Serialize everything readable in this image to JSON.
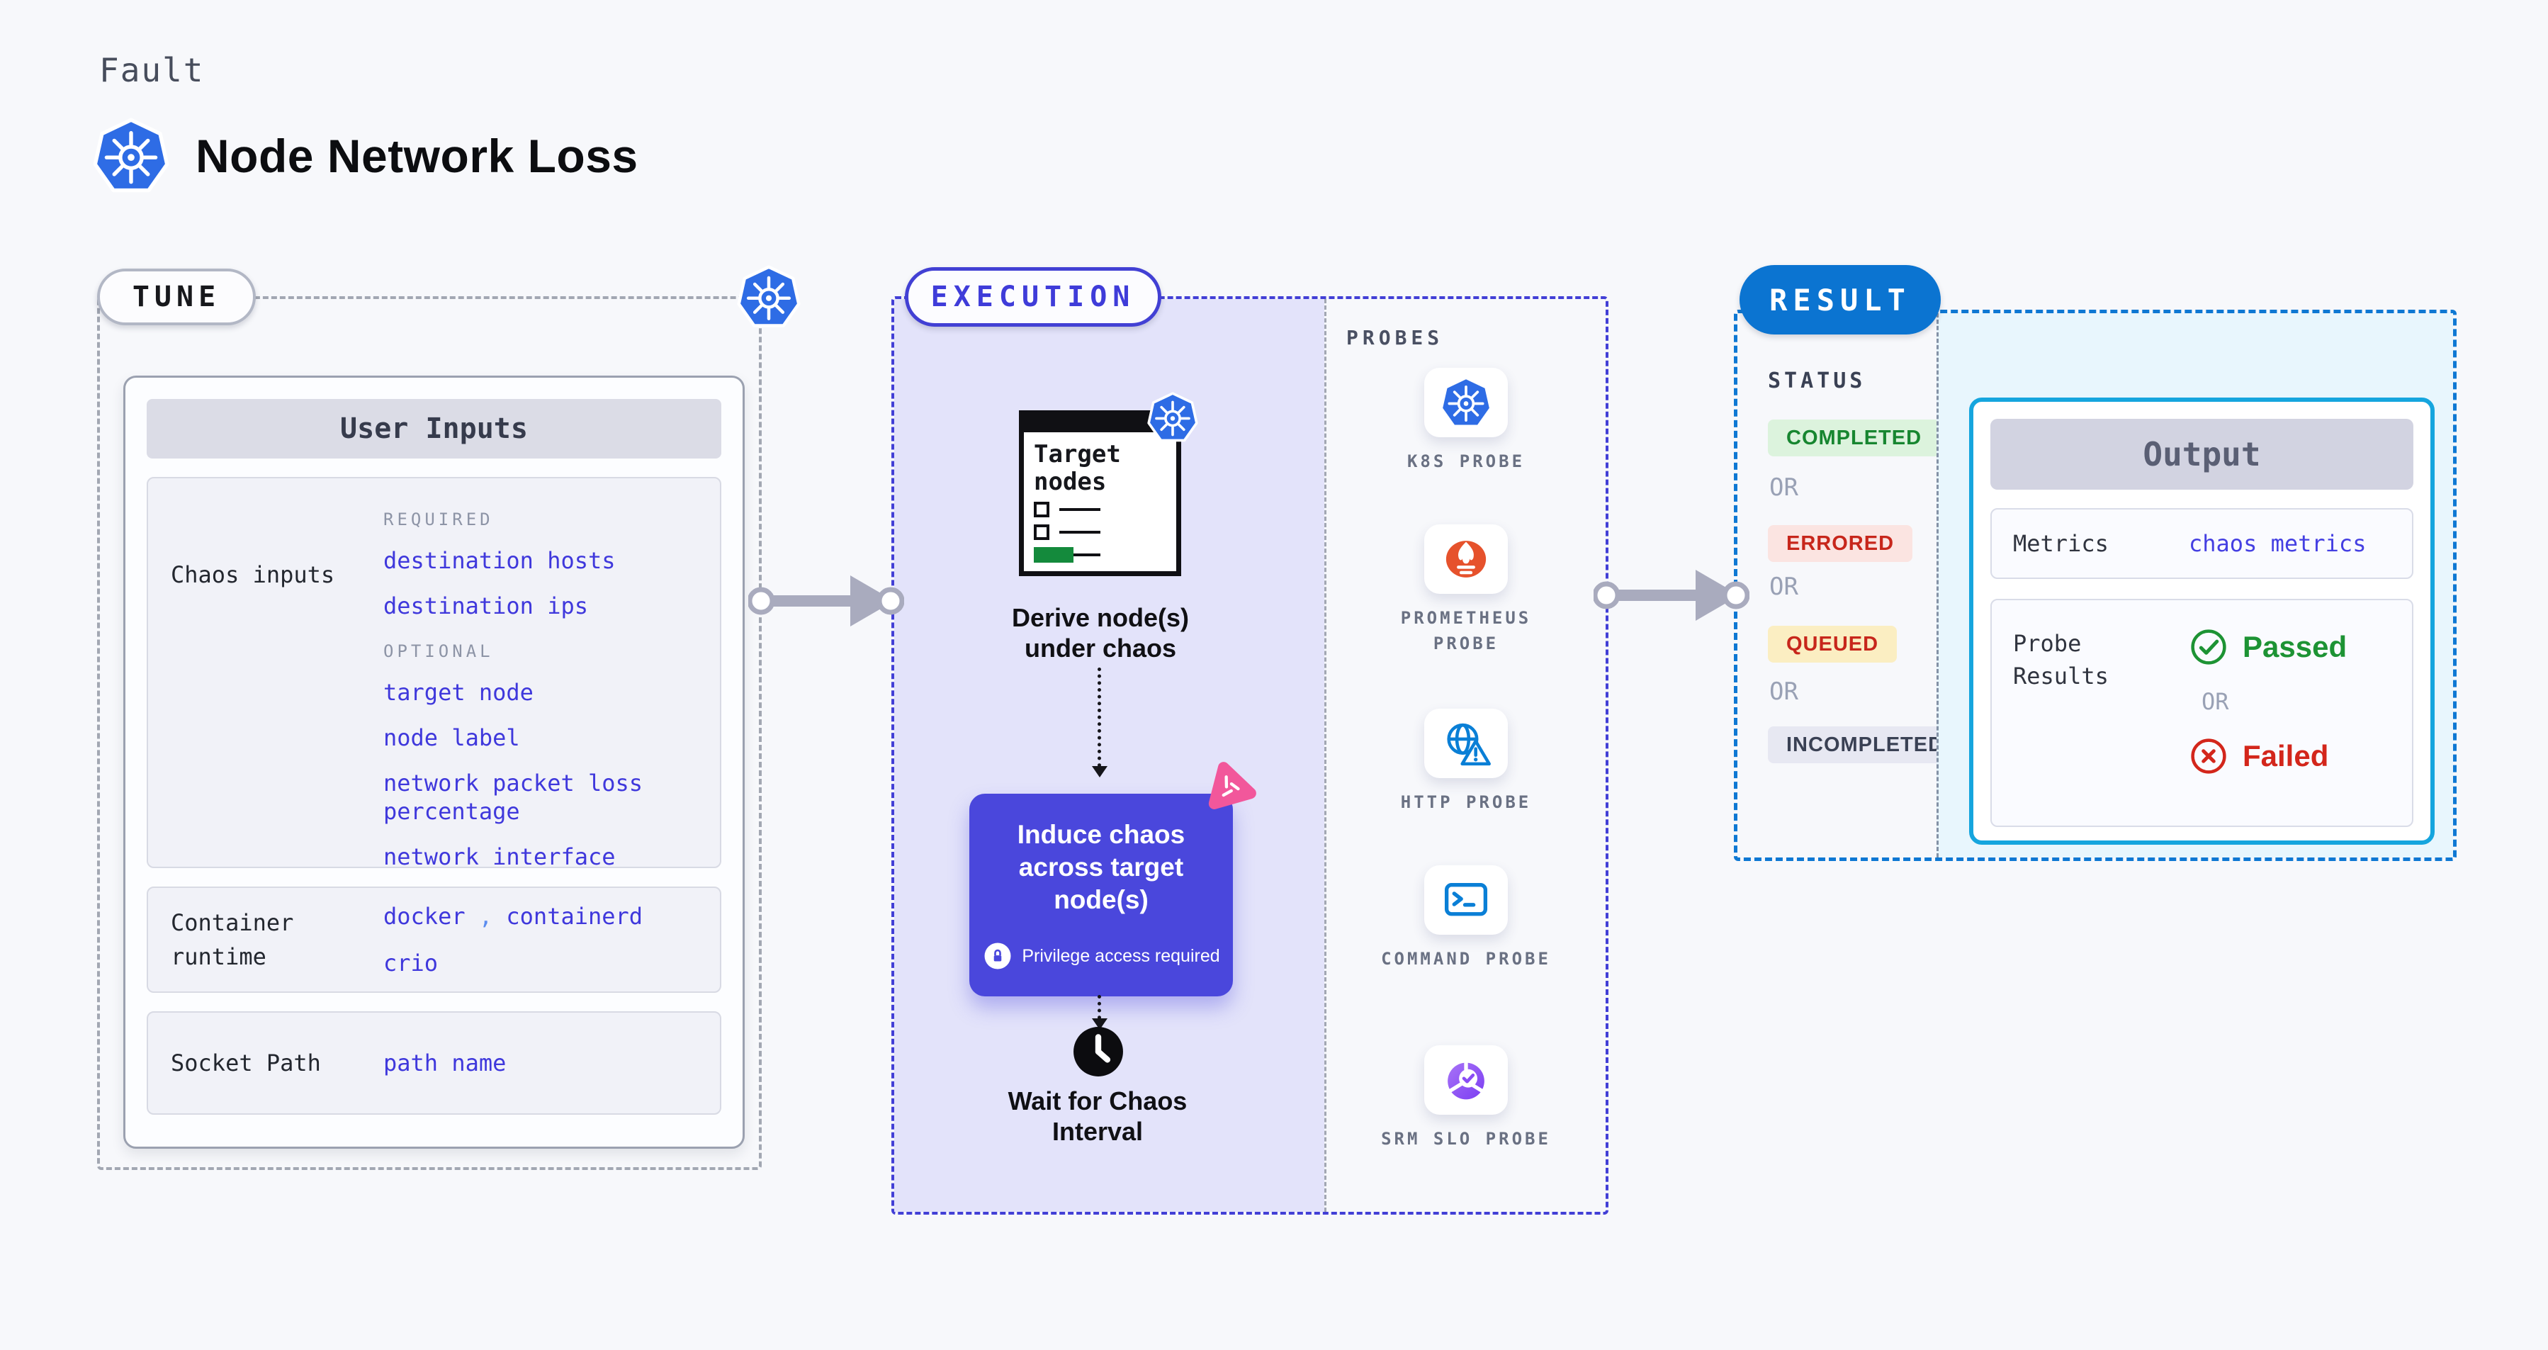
{
  "header": {
    "kicker": "Fault",
    "title": "Node Network Loss"
  },
  "tune": {
    "label": "TUNE",
    "card_title": "User Inputs",
    "chaos": {
      "label": "Chaos inputs",
      "required_heading": "REQUIRED",
      "required": [
        "destination hosts",
        "destination ips"
      ],
      "optional_heading": "OPTIONAL",
      "optional": [
        "target node",
        "node label",
        "network packet loss percentage",
        "network interface"
      ]
    },
    "runtime": {
      "label": "Container runtime",
      "v1": "docker",
      "sep": ",",
      "v2": "containerd",
      "v3": "crio"
    },
    "socket": {
      "label": "Socket Path",
      "value": "path name"
    }
  },
  "execution": {
    "label": "EXECUTION",
    "doc_title": "Target nodes",
    "step1": "Derive node(s) under chaos",
    "step2": "Induce chaos across target node(s)",
    "step2_note": "Privilege access required",
    "step3": "Wait for Chaos Interval"
  },
  "probes": {
    "label": "PROBES",
    "items": [
      {
        "label": "K8S PROBE",
        "icon": "k8s-icon"
      },
      {
        "label": "PROMETHEUS PROBE",
        "icon": "prometheus-icon"
      },
      {
        "label": "HTTP PROBE",
        "icon": "http-globe-icon"
      },
      {
        "label": "COMMAND PROBE",
        "icon": "terminal-icon"
      },
      {
        "label": "SRM SLO PROBE",
        "icon": "slo-chart-icon"
      }
    ]
  },
  "result": {
    "label": "RESULT",
    "status_label": "STATUS",
    "or_label": "OR",
    "statuses": [
      {
        "text": "COMPLETED",
        "type": "success"
      },
      {
        "text": "ERRORED",
        "type": "error"
      },
      {
        "text": "QUEUED",
        "type": "warning"
      },
      {
        "text": "INCOMPLETED",
        "type": "neutral"
      }
    ],
    "output": {
      "title": "Output",
      "metrics_label": "Metrics",
      "metrics_value": "chaos metrics",
      "probe_label": "Probe Results",
      "passed": "Passed",
      "failed": "Failed"
    }
  },
  "colors": {
    "accent_indigo": "#4a47dc",
    "accent_blue": "#0b74d1",
    "cyan_panel": "#e8f6fd",
    "lavender_panel": "#e3e3fa",
    "success_green": "#1d9334",
    "error_red": "#d3261b",
    "value_blue": "#3f38dc"
  }
}
